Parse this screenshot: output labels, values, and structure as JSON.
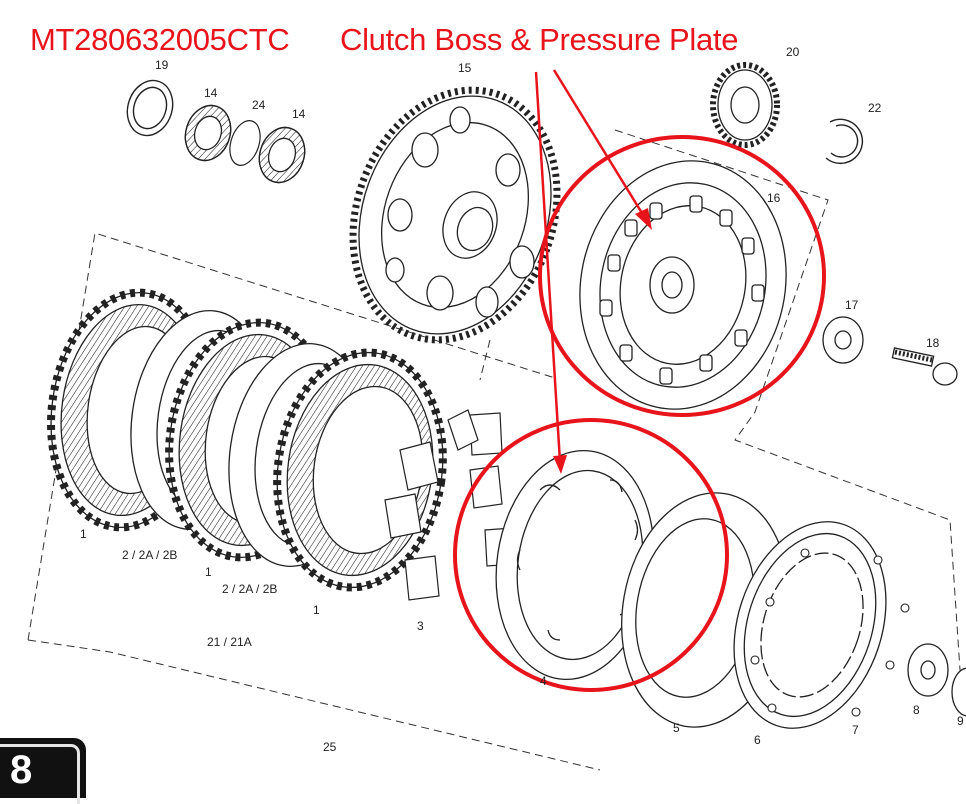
{
  "header": {
    "part_number": "MT280632005CTC",
    "title": "Clutch Boss & Pressure Plate"
  },
  "callouts": [
    "19",
    "14",
    "24",
    "14",
    "15",
    "20",
    "22",
    "16",
    "17",
    "18",
    "1",
    "2 / 2A / 2B",
    "1",
    "2 / 2A / 2B",
    "1",
    "3",
    "21 / 21A",
    "4",
    "5",
    "6",
    "7",
    "8",
    "9",
    "25"
  ],
  "highlight_color": "#e8141b",
  "corner_badge": {
    "glyph": "8"
  }
}
